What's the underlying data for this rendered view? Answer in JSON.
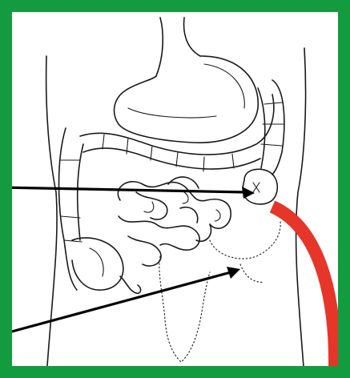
{
  "figure": {
    "frame_color": "#129c3f",
    "background_color": "#ffffff",
    "line_color": "#1a1a1a",
    "arrow_color": "#000000",
    "highlight_color": "#e53629"
  },
  "parts": [
    {
      "id": "stomach",
      "label": ""
    },
    {
      "id": "large-intestine",
      "label": ""
    },
    {
      "id": "small-intestine",
      "label": ""
    },
    {
      "id": "appendix",
      "label": ""
    },
    {
      "id": "bladder-outline",
      "label": ""
    }
  ],
  "pointers": [
    {
      "id": "upper-pointer",
      "target": "sigmoid-bulge"
    },
    {
      "id": "lower-pointer",
      "target": "lower-abdomen"
    }
  ],
  "highlight": {
    "id": "red-curved-band"
  }
}
